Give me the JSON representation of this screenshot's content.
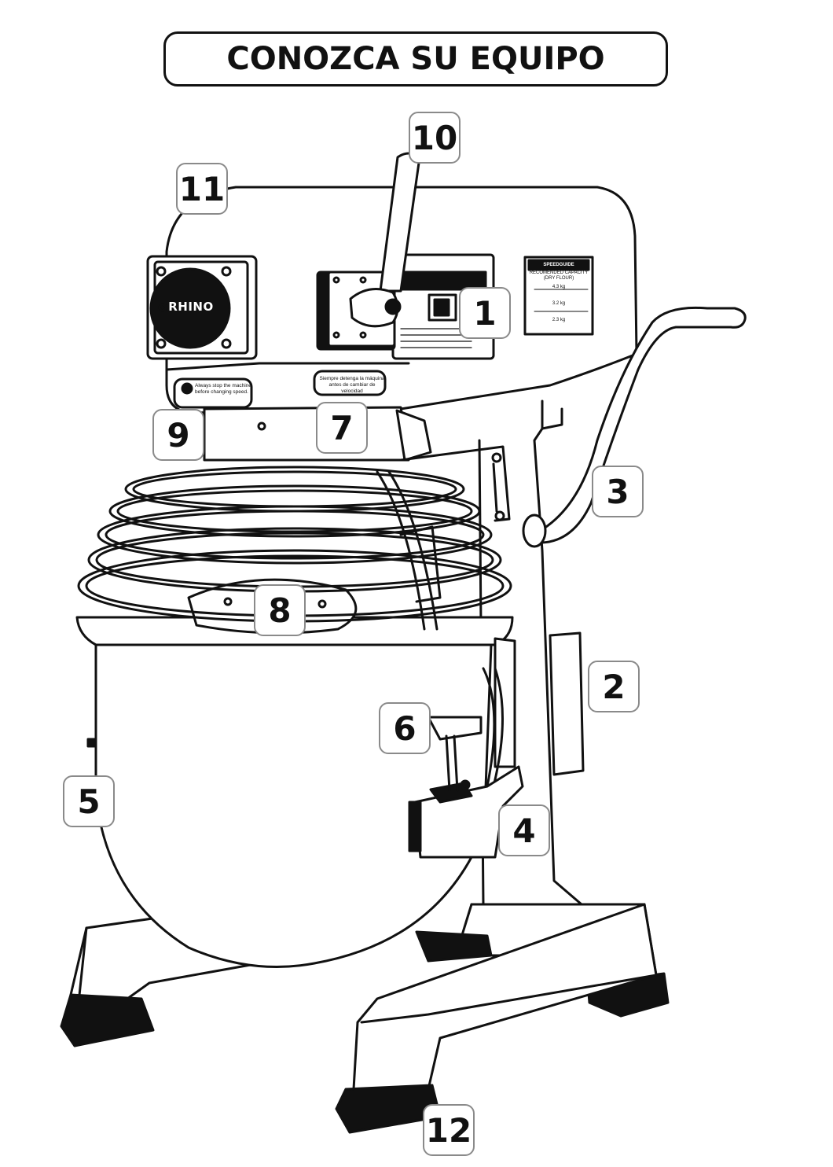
{
  "title": "CONOZCA SU EQUIPO",
  "brand": "RHINO",
  "labels": {
    "warning_left": [
      "Always stop the machine",
      "before changing speed."
    ],
    "warning_right": [
      "Siempre detenga la máquina",
      "antes de cambiar de velocidad"
    ],
    "speed_guide": {
      "heading": "SPEEDGUIDE",
      "subheading": [
        "RECOMENDED CAPACITY",
        "(DRY FLOUR)"
      ],
      "rows": [
        "4.3 kg",
        "3.2 kg",
        "2.3 kg"
      ]
    }
  },
  "callouts": [
    "1",
    "2",
    "3",
    "4",
    "5",
    "6",
    "7",
    "8",
    "9",
    "10",
    "11",
    "12"
  ],
  "colors": {
    "line": "#111111",
    "callout_border": "#8a8a8a",
    "fill": "#ffffff",
    "dark": "#1a1a1a"
  }
}
